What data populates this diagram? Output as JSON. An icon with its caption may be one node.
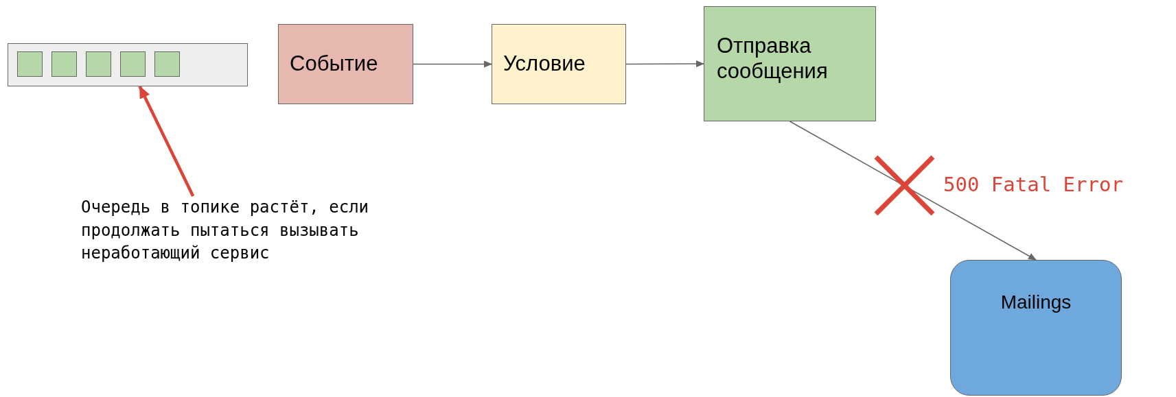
{
  "diagram": {
    "nodes": [
      {
        "text": [],
        "shape": "box"
      },
      {
        "text": [],
        "shape": "box",
        "in": 0
      },
      {
        "text": [],
        "shape": "box",
        "in": 0
      },
      {
        "text": [],
        "shape": "box",
        "in": 0
      },
      {
        "text": [],
        "shape": "box",
        "in": 0
      },
      {
        "text": [],
        "shape": "box",
        "in": 0
      },
      {
        "text": [
          "Событие"
        ]
      },
      {
        "text": [
          "Условие"
        ]
      },
      {
        "text": [
          "Отправка сообщения"
        ]
      },
      {
        "text": [
          "Mailings"
        ]
      },
      {
        "text": [
          "Очередь в топике растёт, если продолжать пытаться вызывать неработающий сервис"
        ]
      }
    ],
    "edges": [
      {
        "from": 6,
        "to": 7,
        "arrow": "to"
      },
      {
        "from": 7,
        "to": 8,
        "arrow": "to"
      },
      {
        "from": 8,
        "to": 9,
        "arrow": "to"
      },
      {
        "from": 10,
        "to": 0,
        "arrow": "to",
        "style": "thick",
        "color": "#db4437"
      }
    ],
    "labels": [
      "500 Fatal Error"
    ]
  }
}
